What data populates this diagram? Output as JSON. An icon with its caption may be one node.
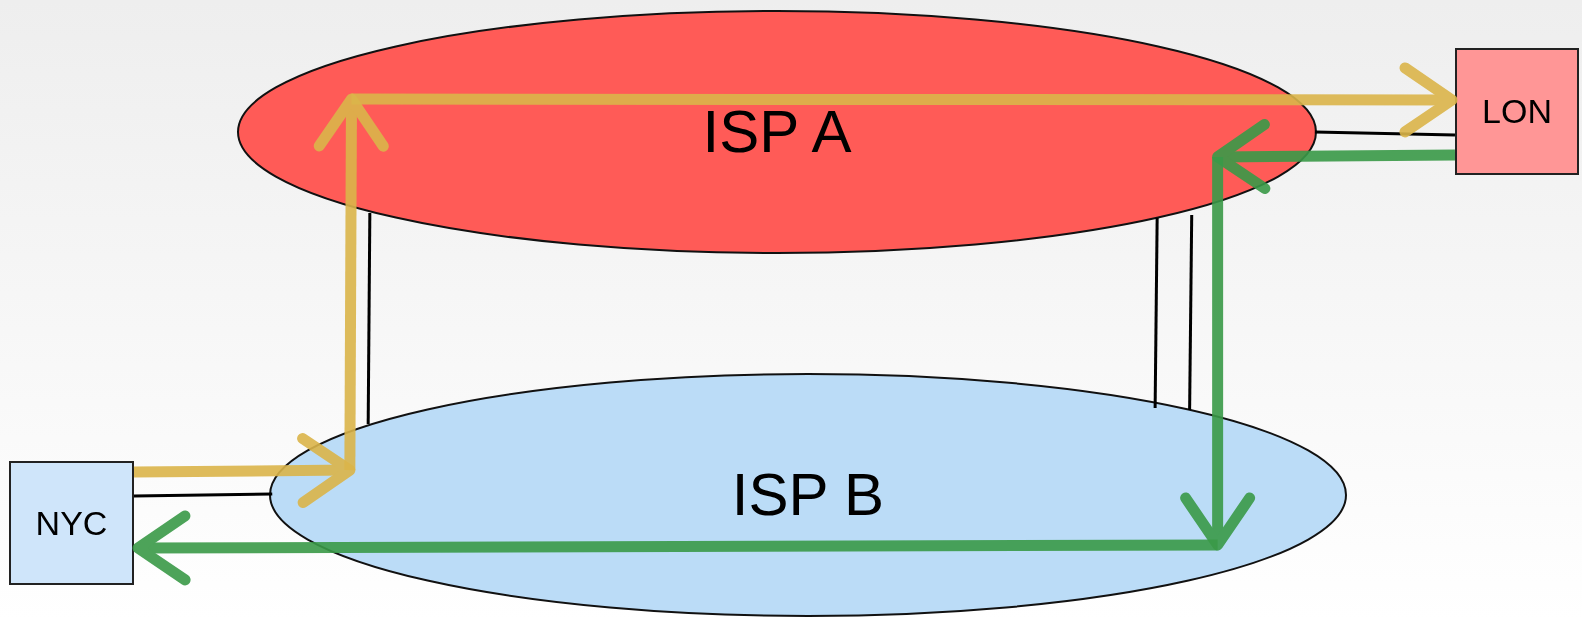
{
  "diagram": {
    "nodes": [
      {
        "text": [
          "ISP A"
        ]
      },
      {
        "text": [
          "ISP B"
        ]
      },
      {
        "text": [
          "NYC"
        ]
      },
      {
        "text": [
          "LON"
        ]
      }
    ],
    "edges": [
      {
        "from": 2,
        "to": 1,
        "arrow": "none"
      },
      {
        "from": 3,
        "to": 0,
        "arrow": "none"
      },
      {
        "from": 0,
        "to": 1,
        "arrow": "none"
      },
      {
        "from": 0,
        "to": 1,
        "arrow": "none"
      },
      {
        "from": 0,
        "to": 1,
        "arrow": "none"
      },
      {
        "from": 2,
        "to": 1,
        "arrow": "to",
        "color": "#dbb54a"
      },
      {
        "from": 1,
        "to": 0,
        "arrow": "to",
        "color": "#dbb54a"
      },
      {
        "from": 0,
        "to": 3,
        "arrow": "to",
        "color": "#dbb54a"
      },
      {
        "from": 3,
        "to": 0,
        "arrow": "to",
        "color": "#3a9a48"
      },
      {
        "from": 0,
        "to": 1,
        "arrow": "to",
        "color": "#3a9a48"
      },
      {
        "from": 1,
        "to": 2,
        "arrow": "to",
        "color": "#3a9a48"
      }
    ]
  }
}
